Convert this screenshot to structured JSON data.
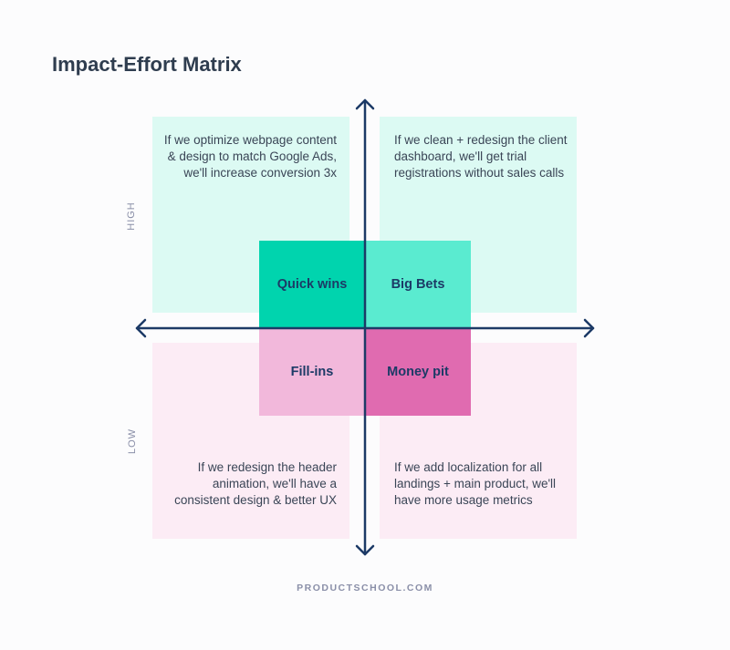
{
  "title": "Impact-Effort Matrix",
  "axis_labels": {
    "high": "HIGH",
    "low": "LOW"
  },
  "quadrants": {
    "top_left": {
      "label": "Quick wins",
      "example": "If we optimize webpage content & design to match Google Ads, we'll increase conversion 3x",
      "color": "#00d4ae",
      "bg": "#dcfaf3"
    },
    "top_right": {
      "label": "Big Bets",
      "example": "If we clean + redesign the client dashboard, we'll get trial registrations without sales calls",
      "color": "#5aebd0",
      "bg": "#dcfaf3"
    },
    "bottom_left": {
      "label": "Fill-ins",
      "example": "If we redesign the header animation, we'll have a consistent design & better UX",
      "color": "#f2b8db",
      "bg": "#fcecf5"
    },
    "bottom_right": {
      "label": "Money pit",
      "example": "If we add localization for all landings + main product, we'll have more usage metrics",
      "color": "#e06bb0",
      "bg": "#fcecf5"
    }
  },
  "footer": "PRODUCTSCHOOL.COM",
  "axis_color": "#1c3a66"
}
